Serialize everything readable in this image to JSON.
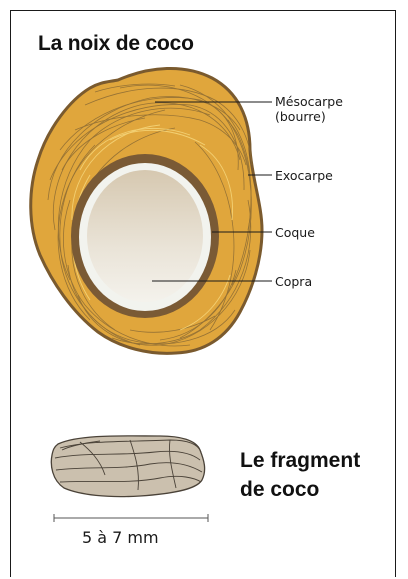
{
  "title": "La noix de coco",
  "labels": {
    "mesocarpe_line1": "Mésocarpe",
    "mesocarpe_line2": "(bourre)",
    "exocarpe": "Exocarpe",
    "coque": "Coque",
    "copra": "Copra"
  },
  "fragment_title_line1": "Le fragment",
  "fragment_title_line2": "de coco",
  "scale": "5 à 7 mm",
  "colors": {
    "husk": "#e0a63c",
    "husk_outline": "#7a5a2e",
    "fiber": "#8a6a34",
    "shell": "#7a5a35",
    "copra": "#f2f3ee",
    "flesh": "#d7ccb8",
    "fragment": "#cbc0ae"
  }
}
